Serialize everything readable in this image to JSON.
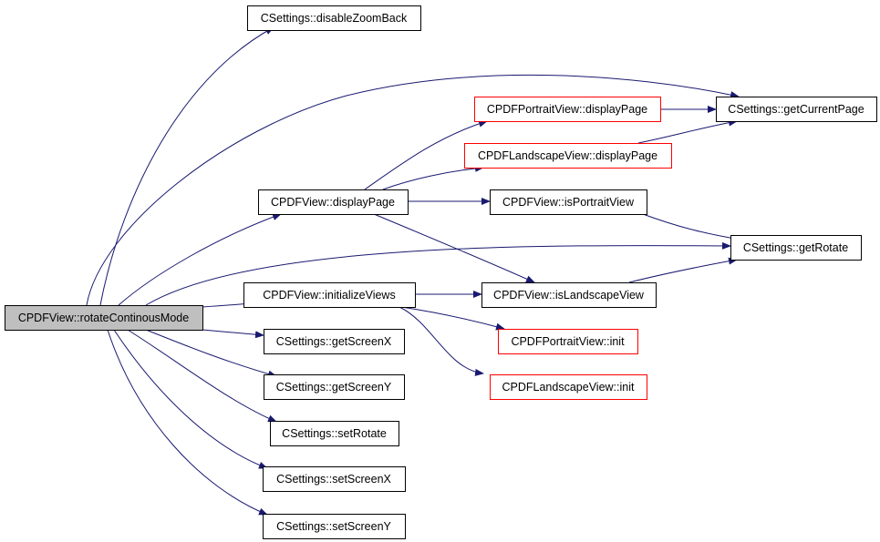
{
  "colors": {
    "edge": "#191970",
    "normal_border": "#000000",
    "external_border": "#ff0000",
    "root_fill": "#bfbfbf",
    "node_fill": "#ffffff"
  },
  "nodes": [
    {
      "id": "root",
      "label": "CPDFView::rotateContinousMode",
      "kind": "root"
    },
    {
      "id": "disableZoomBack",
      "label": "CSettings::disableZoomBack",
      "kind": "normal"
    },
    {
      "id": "displayPage",
      "label": "CPDFView::displayPage",
      "kind": "normal"
    },
    {
      "id": "initializeViews",
      "label": "CPDFView::initializeViews",
      "kind": "normal"
    },
    {
      "id": "getScreenX",
      "label": "CSettings::getScreenX",
      "kind": "normal"
    },
    {
      "id": "getScreenY",
      "label": "CSettings::getScreenY",
      "kind": "normal"
    },
    {
      "id": "setRotate",
      "label": "CSettings::setRotate",
      "kind": "normal"
    },
    {
      "id": "setScreenX",
      "label": "CSettings::setScreenX",
      "kind": "normal"
    },
    {
      "id": "setScreenY",
      "label": "CSettings::setScreenY",
      "kind": "normal"
    },
    {
      "id": "portraitDisplay",
      "label": "CPDFPortraitView::displayPage",
      "kind": "external"
    },
    {
      "id": "landscapeDisplay",
      "label": "CPDFLandscapeView::displayPage",
      "kind": "external"
    },
    {
      "id": "isPortrait",
      "label": "CPDFView::isPortraitView",
      "kind": "normal"
    },
    {
      "id": "isLandscape",
      "label": "CPDFView::isLandscapeView",
      "kind": "normal"
    },
    {
      "id": "portraitInit",
      "label": "CPDFPortraitView::init",
      "kind": "external"
    },
    {
      "id": "landscapeInit",
      "label": "CPDFLandscapeView::init",
      "kind": "external"
    },
    {
      "id": "getCurrentPage",
      "label": "CSettings::getCurrentPage",
      "kind": "normal"
    },
    {
      "id": "getRotate",
      "label": "CSettings::getRotate",
      "kind": "normal"
    }
  ],
  "edges": [
    {
      "from": "root",
      "to": "disableZoomBack"
    },
    {
      "from": "root",
      "to": "getCurrentPage"
    },
    {
      "from": "root",
      "to": "displayPage"
    },
    {
      "from": "root",
      "to": "getRotate"
    },
    {
      "from": "root",
      "to": "initializeViews"
    },
    {
      "from": "root",
      "to": "getScreenX"
    },
    {
      "from": "root",
      "to": "getScreenY"
    },
    {
      "from": "root",
      "to": "setRotate"
    },
    {
      "from": "root",
      "to": "setScreenX"
    },
    {
      "from": "root",
      "to": "setScreenY"
    },
    {
      "from": "displayPage",
      "to": "portraitDisplay"
    },
    {
      "from": "displayPage",
      "to": "landscapeDisplay"
    },
    {
      "from": "displayPage",
      "to": "isPortrait"
    },
    {
      "from": "displayPage",
      "to": "isLandscape"
    },
    {
      "from": "portraitDisplay",
      "to": "getCurrentPage"
    },
    {
      "from": "landscapeDisplay",
      "to": "getCurrentPage"
    },
    {
      "from": "isPortrait",
      "to": "getRotate"
    },
    {
      "from": "isLandscape",
      "to": "getRotate"
    },
    {
      "from": "initializeViews",
      "to": "isLandscape"
    },
    {
      "from": "initializeViews",
      "to": "portraitInit"
    },
    {
      "from": "initializeViews",
      "to": "landscapeInit"
    }
  ]
}
